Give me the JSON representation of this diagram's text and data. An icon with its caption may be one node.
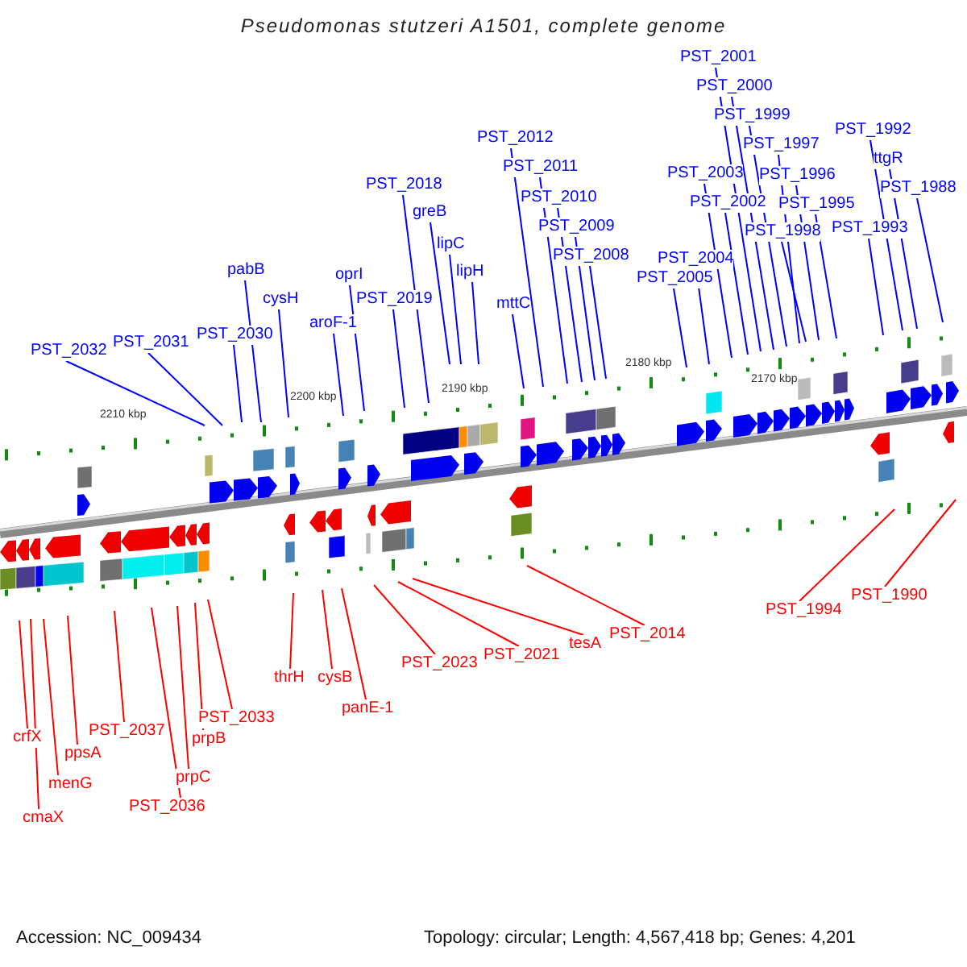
{
  "diagram": {
    "title": "Pseudomonas stutzeri A1501, complete genome",
    "nodes": [
      {
        "text": [
          "PST_2032"
        ]
      },
      {
        "text": [
          "PST_2031"
        ]
      },
      {
        "text": [
          "PST_2030"
        ]
      },
      {
        "text": [
          "pabB"
        ]
      },
      {
        "text": [
          "cysH"
        ]
      },
      {
        "text": [
          "aroF-1"
        ]
      },
      {
        "text": [
          "oprI"
        ]
      },
      {
        "text": [
          "PST_2019"
        ]
      },
      {
        "text": [
          "PST_2018"
        ]
      },
      {
        "text": [
          "greB"
        ]
      },
      {
        "text": [
          "lipC"
        ]
      },
      {
        "text": [
          "lipH"
        ]
      },
      {
        "text": [
          "mttC"
        ]
      },
      {
        "text": [
          "PST_2012"
        ]
      },
      {
        "text": [
          "PST_2011"
        ]
      },
      {
        "text": [
          "PST_2010"
        ]
      },
      {
        "text": [
          "PST_2009"
        ]
      },
      {
        "text": [
          "PST_2008"
        ]
      },
      {
        "text": [
          "PST_2005"
        ]
      },
      {
        "text": [
          "PST_2004"
        ]
      },
      {
        "text": [
          "PST_2003"
        ]
      },
      {
        "text": [
          "PST_2002"
        ]
      },
      {
        "text": [
          "PST_2001"
        ]
      },
      {
        "text": [
          "PST_2000"
        ]
      },
      {
        "text": [
          "PST_1999"
        ]
      },
      {
        "text": [
          "PST_1997"
        ]
      },
      {
        "text": [
          "PST_1998"
        ]
      },
      {
        "text": [
          "PST_1996"
        ]
      },
      {
        "text": [
          "PST_1995"
        ]
      },
      {
        "text": [
          "PST_1993"
        ]
      },
      {
        "text": [
          "PST_1992"
        ]
      },
      {
        "text": [
          "ttgR"
        ]
      },
      {
        "text": [
          "PST_1988"
        ]
      },
      {
        "text": [
          "crfX"
        ]
      },
      {
        "text": [
          "cmaX"
        ]
      },
      {
        "text": [
          "menG"
        ]
      },
      {
        "text": [
          "ppsA"
        ]
      },
      {
        "text": [
          "PST_2037"
        ]
      },
      {
        "text": [
          "PST_2036"
        ]
      },
      {
        "text": [
          "prpC"
        ]
      },
      {
        "text": [
          "prpB"
        ]
      },
      {
        "text": [
          "PST_2033"
        ]
      },
      {
        "text": [
          "thrH"
        ]
      },
      {
        "text": [
          "cysB"
        ]
      },
      {
        "text": [
          "panE-1"
        ]
      },
      {
        "text": [
          "PST_2023"
        ]
      },
      {
        "text": [
          "PST_2021"
        ]
      },
      {
        "text": [
          "tesA"
        ]
      },
      {
        "text": [
          "PST_2014"
        ]
      },
      {
        "text": [
          "PST_1994"
        ]
      },
      {
        "text": [
          "PST_1990"
        ]
      }
    ],
    "edges": [
      {
        "from": 0,
        "to": null,
        "arrow": "none"
      },
      {
        "from": 1,
        "to": null,
        "arrow": "none"
      },
      {
        "from": 2,
        "to": null,
        "arrow": "none"
      },
      {
        "from": 3,
        "to": null,
        "arrow": "none"
      },
      {
        "from": 4,
        "to": null,
        "arrow": "none"
      },
      {
        "from": 5,
        "to": null,
        "arrow": "none"
      },
      {
        "from": 6,
        "to": null,
        "arrow": "none"
      },
      {
        "from": 7,
        "to": null,
        "arrow": "none"
      },
      {
        "from": 8,
        "to": null,
        "arrow": "none"
      },
      {
        "from": 9,
        "to": null,
        "arrow": "none"
      },
      {
        "from": 10,
        "to": null,
        "arrow": "none"
      },
      {
        "from": 11,
        "to": null,
        "arrow": "none"
      },
      {
        "from": 12,
        "to": null,
        "arrow": "none"
      },
      {
        "from": 13,
        "to": null,
        "arrow": "none"
      },
      {
        "from": 14,
        "to": null,
        "arrow": "none"
      },
      {
        "from": 15,
        "to": null,
        "arrow": "none"
      },
      {
        "from": 16,
        "to": null,
        "arrow": "none"
      },
      {
        "from": 17,
        "to": null,
        "arrow": "none"
      },
      {
        "from": 18,
        "to": null,
        "arrow": "none"
      },
      {
        "from": 19,
        "to": null,
        "arrow": "none"
      },
      {
        "from": 20,
        "to": null,
        "arrow": "none"
      },
      {
        "from": 21,
        "to": null,
        "arrow": "none"
      },
      {
        "from": 22,
        "to": null,
        "arrow": "none"
      },
      {
        "from": 23,
        "to": null,
        "arrow": "none"
      },
      {
        "from": 24,
        "to": null,
        "arrow": "none"
      },
      {
        "from": 25,
        "to": null,
        "arrow": "none"
      },
      {
        "from": 26,
        "to": null,
        "arrow": "none"
      },
      {
        "from": 27,
        "to": null,
        "arrow": "none"
      },
      {
        "from": 28,
        "to": null,
        "arrow": "none"
      },
      {
        "from": 29,
        "to": null,
        "arrow": "none"
      },
      {
        "from": 30,
        "to": null,
        "arrow": "none"
      },
      {
        "from": 31,
        "to": null,
        "arrow": "none"
      },
      {
        "from": 32,
        "to": null,
        "arrow": "none"
      },
      {
        "from": 33,
        "to": null,
        "arrow": "none",
        "color": "#ff0000"
      },
      {
        "from": 34,
        "to": null,
        "arrow": "none",
        "color": "#ff0000"
      },
      {
        "from": 35,
        "to": null,
        "arrow": "none",
        "color": "#ff0000"
      },
      {
        "from": 36,
        "to": null,
        "arrow": "none",
        "color": "#ff0000"
      },
      {
        "from": 37,
        "to": null,
        "arrow": "none",
        "color": "#ff0000"
      },
      {
        "from": 38,
        "to": null,
        "arrow": "none",
        "color": "#ff0000"
      },
      {
        "from": 39,
        "to": null,
        "arrow": "none",
        "color": "#ff0000"
      },
      {
        "from": 40,
        "to": null,
        "arrow": "none",
        "color": "#ff0000"
      },
      {
        "from": 41,
        "to": null,
        "arrow": "none",
        "color": "#ff0000"
      },
      {
        "from": 42,
        "to": null,
        "arrow": "none",
        "color": "#ff0000"
      },
      {
        "from": 43,
        "to": null,
        "arrow": "none",
        "color": "#ff0000"
      },
      {
        "from": 44,
        "to": null,
        "arrow": "none",
        "color": "#ff0000"
      },
      {
        "from": 45,
        "to": null,
        "arrow": "none",
        "color": "#ff0000"
      },
      {
        "from": 46,
        "to": null,
        "arrow": "none",
        "color": "#ff0000"
      },
      {
        "from": 47,
        "to": null,
        "arrow": "none",
        "color": "#ff0000"
      },
      {
        "from": 48,
        "to": null,
        "arrow": "none",
        "color": "#ff0000"
      },
      {
        "from": 49,
        "to": null,
        "arrow": "none",
        "color": "#ff0000"
      },
      {
        "from": 50,
        "to": null,
        "arrow": "none",
        "color": "#ff0000"
      }
    ],
    "labels": [
      "2210 kbp",
      "2200 kbp",
      "2190 kbp",
      "2180 kbp",
      "2170 kbp",
      "Accession: NC_009434",
      "Topology: circular; Length: 4,567,418 bp; Genes: 4,201"
    ]
  }
}
